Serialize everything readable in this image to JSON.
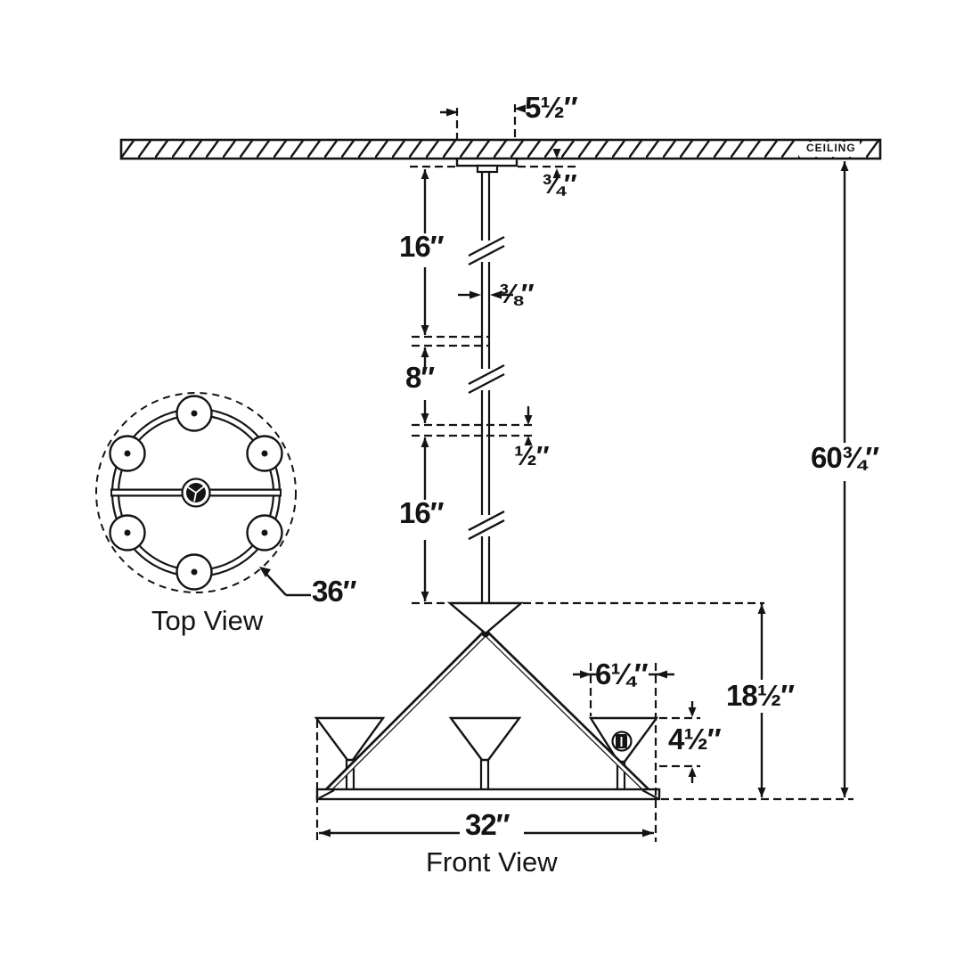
{
  "colors": {
    "ink": "#141414",
    "paper": "#ffffff"
  },
  "ceiling": {
    "label": "CEILING"
  },
  "top_view": {
    "title": "Top View",
    "diameter": "36″"
  },
  "front_view": {
    "title": "Front View",
    "dims": {
      "canopy_width": "5½″",
      "canopy_drop": "¾″",
      "rod_upper": "16″",
      "rod_diameter": "⅜″",
      "rod_middle": "8″",
      "coupler": "½″",
      "rod_lower": "16″",
      "overall_height": "60¾″",
      "shade_width": "6¼″",
      "body_height": "18½″",
      "shade_height": "4½″",
      "fixture_width": "32″"
    }
  }
}
